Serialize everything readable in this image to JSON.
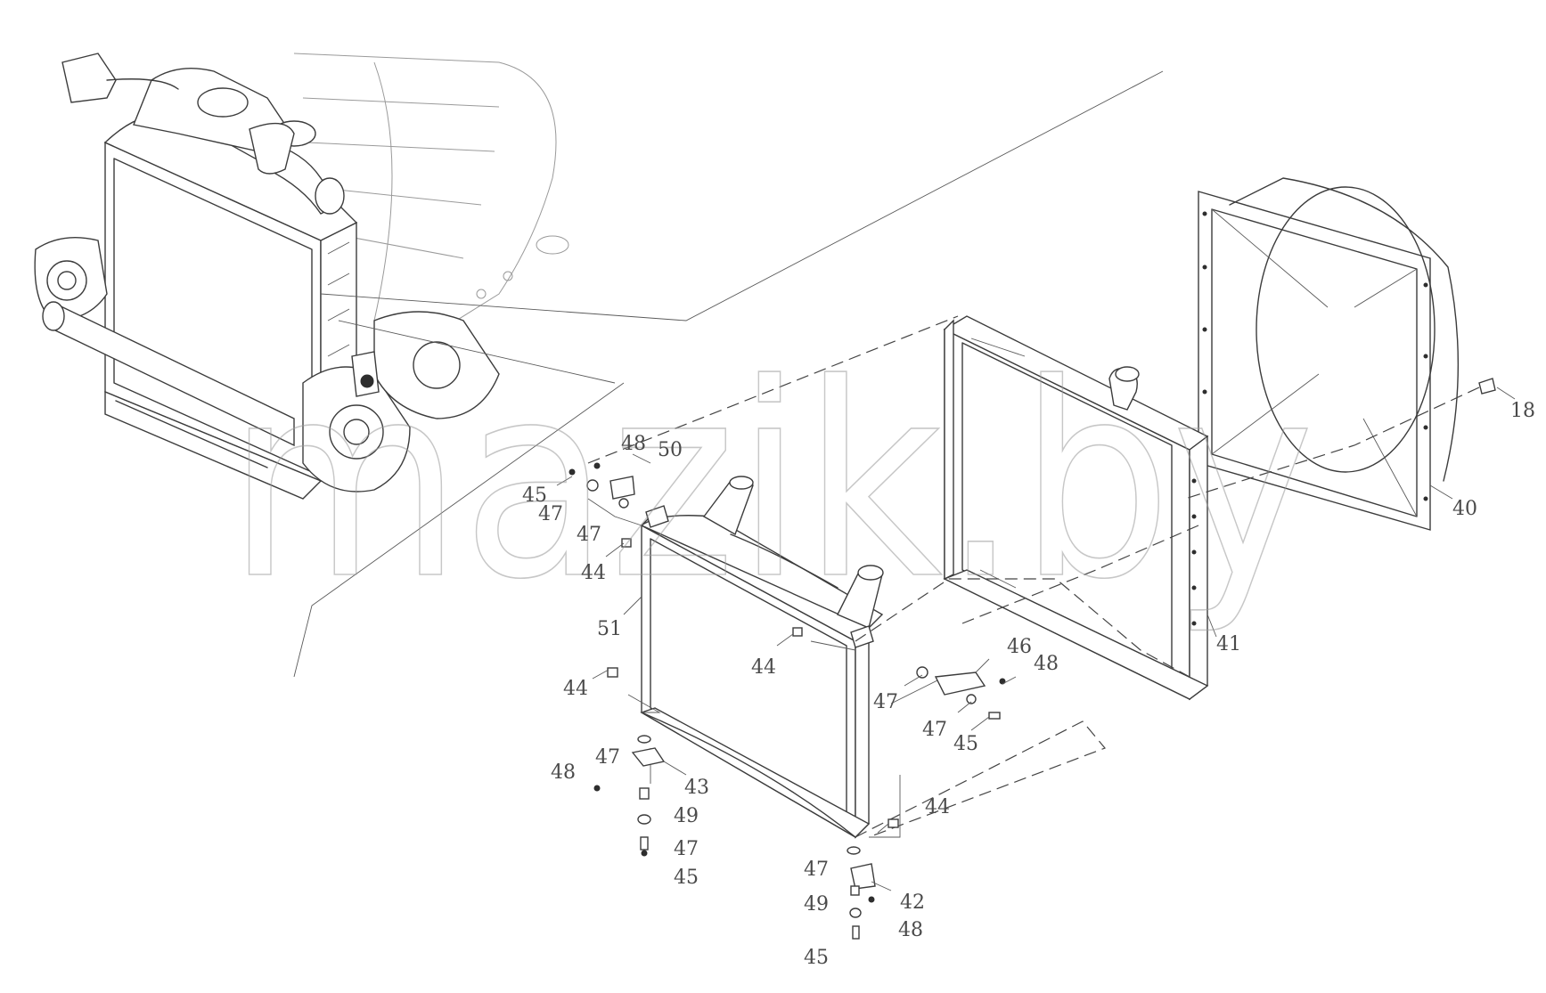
{
  "watermark": "mazik.by",
  "callouts": {
    "c18": "18",
    "c40": "40",
    "c41": "41",
    "c42": "42",
    "c43": "43",
    "c44a": "44",
    "c44b": "44",
    "c44c": "44",
    "c44d": "44",
    "c45a": "45",
    "c45b": "45",
    "c45c": "45",
    "c45d": "45",
    "c46": "46",
    "c47a": "47",
    "c47b": "47",
    "c47c": "47",
    "c47d": "47",
    "c47e": "47",
    "c47f": "47",
    "c47g": "47",
    "c48a": "48",
    "c48b": "48",
    "c48c": "48",
    "c48d": "48",
    "c49a": "49",
    "c49b": "49",
    "c50": "50",
    "c51": "51"
  }
}
